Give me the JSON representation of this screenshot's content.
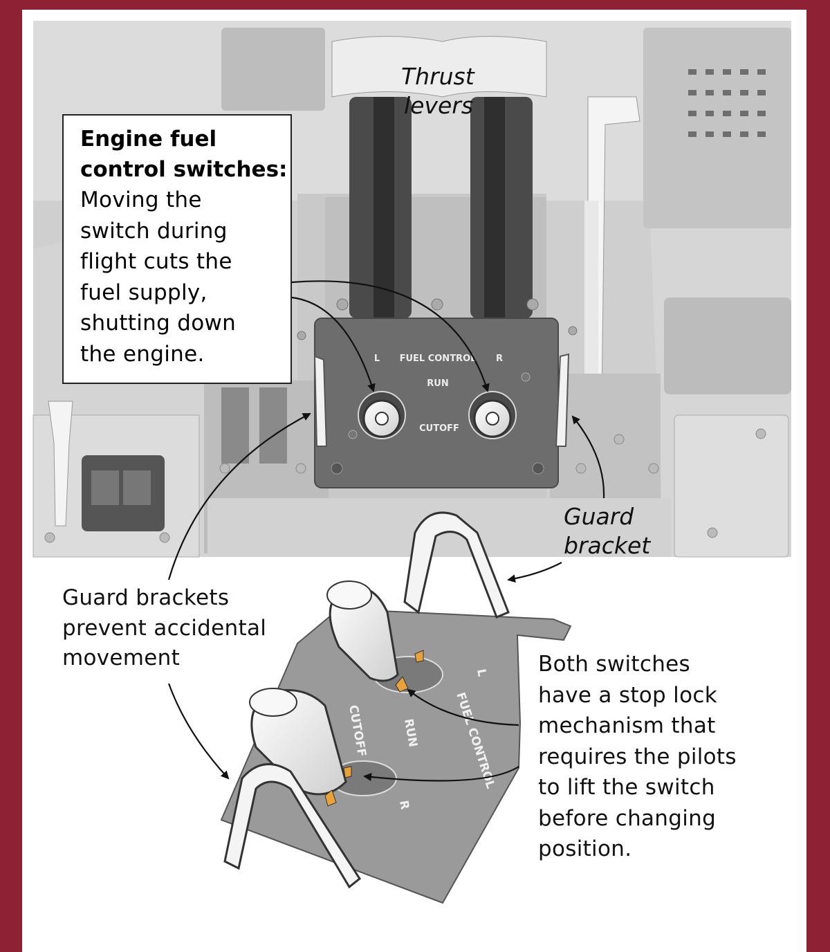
{
  "labels": {
    "thrust_levers_line1": "Thrust",
    "thrust_levers_line2": "levers",
    "fuel_switches_title_line1": "Engine fuel",
    "fuel_switches_title_line2": "control switches:",
    "fuel_switches_desc": [
      "Moving the",
      "switch during",
      "flight cuts the",
      "fuel supply,",
      "shutting down",
      "the engine."
    ],
    "guard_bracket_line1": "Guard",
    "guard_bracket_line2": "bracket",
    "guard_brackets_desc": [
      "Guard brackets",
      "prevent accidental",
      "movement"
    ],
    "stop_lock_desc": [
      "Both switches",
      "have a stop lock",
      "mechanism that",
      "requires the pilots",
      "to lift the switch",
      "before changing",
      "position."
    ]
  },
  "panel_text": {
    "fuel_control": "FUEL CONTROL",
    "left": "L",
    "right": "R",
    "run": "RUN",
    "cutoff": "CUTOFF"
  },
  "closeup_text": {
    "fuel_control": "FUEL CONTROL",
    "left": "L",
    "right": "R",
    "run": "RUN",
    "cutoff": "CUTOFF"
  },
  "colors": {
    "frame": "#8e2234",
    "stop_lock": "#e8a23a"
  }
}
